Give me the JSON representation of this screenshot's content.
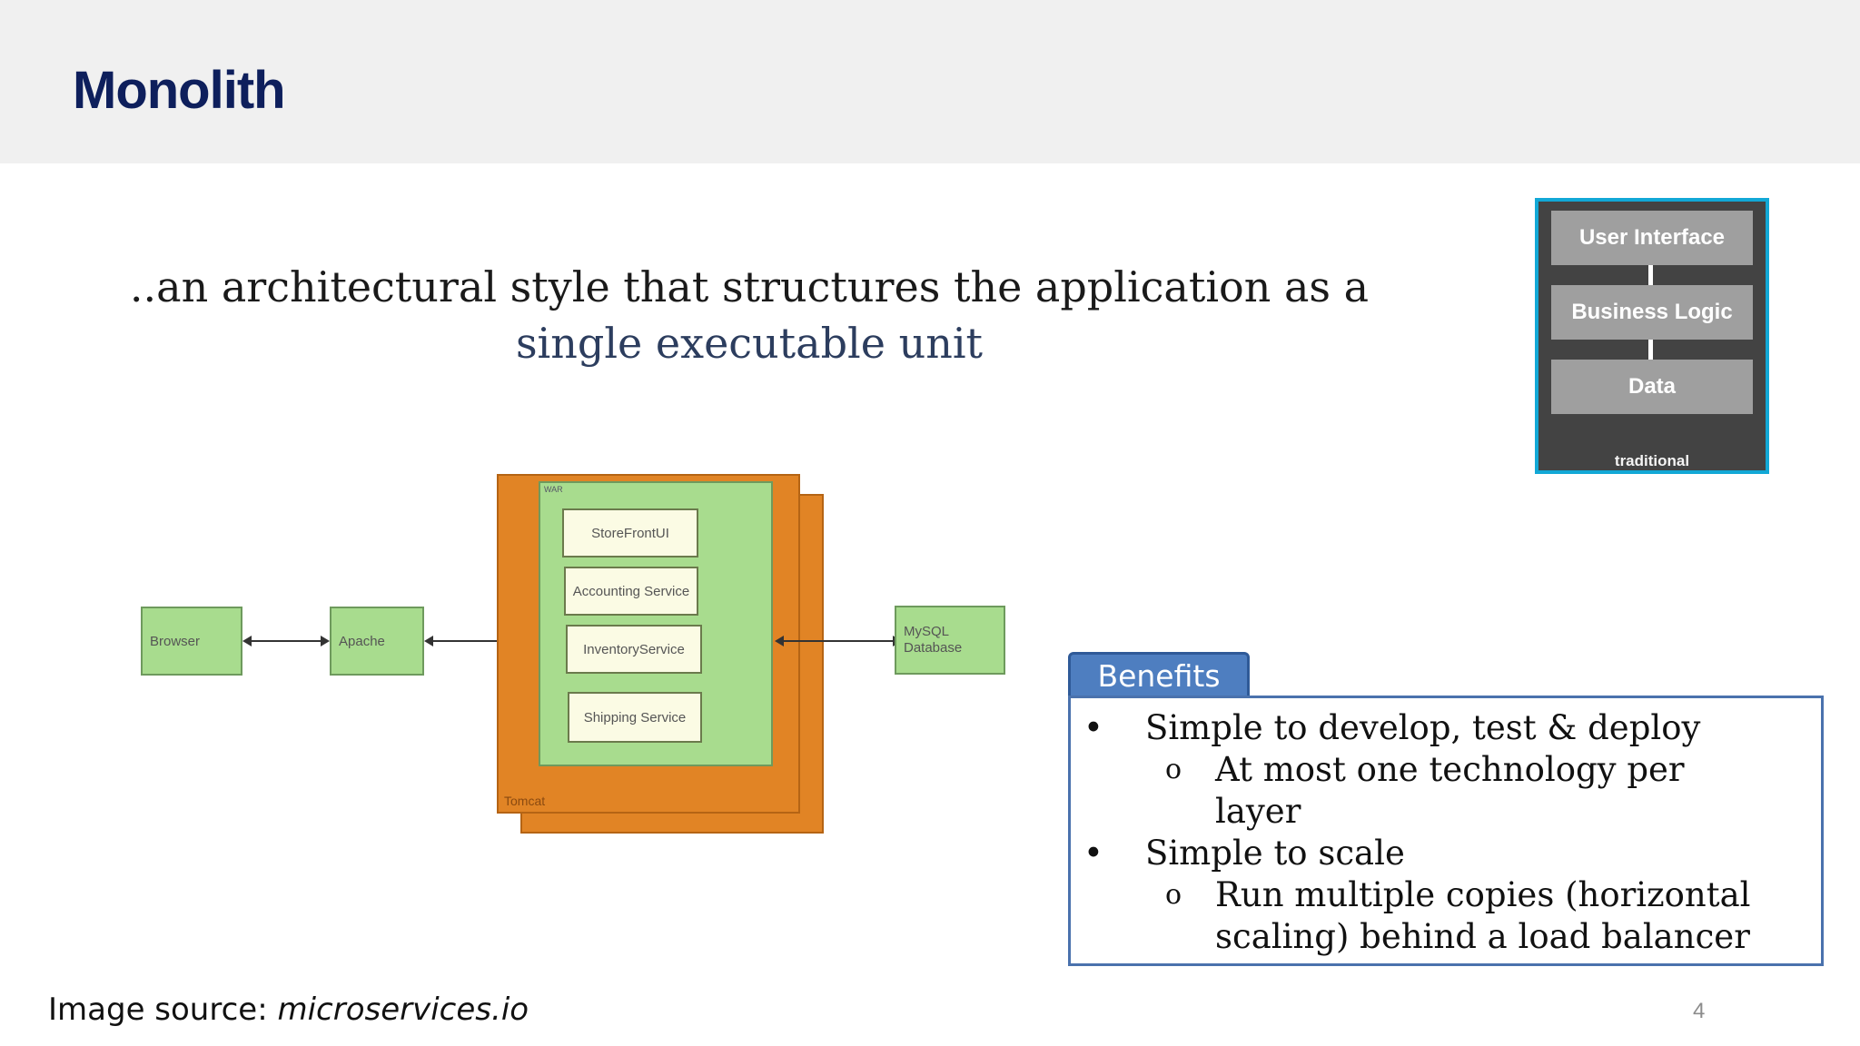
{
  "slide": {
    "title": "Monolith",
    "definition_line1": "..an architectural style that structures the application as a",
    "definition_highlight": "single executable unit",
    "page_number": "4"
  },
  "layers": {
    "items": [
      "User Interface",
      "Business Logic",
      "Data"
    ],
    "caption": "traditional",
    "border_color": "#12a8d6",
    "background_color": "#434343"
  },
  "diagram": {
    "browser": "Browser",
    "apache": "Apache",
    "war_label": "WAR",
    "tomcat_label": "Tomcat",
    "database_line1": "MySQL",
    "database_line2": "Database",
    "services": [
      "StoreFrontUI",
      "Accounting Service",
      "InventoryService",
      "Shipping Service"
    ]
  },
  "benefits": {
    "heading": "Benefits",
    "items": [
      {
        "text": "Simple to develop, test & deploy",
        "sub": [
          "At most one technology per layer"
        ]
      },
      {
        "text": "Simple to scale",
        "sub": [
          "Run multiple copies (horizontal scaling) behind a load balancer"
        ]
      }
    ],
    "bullet": "•",
    "sub_bullet": "o"
  },
  "source": {
    "label": "Image source: ",
    "value": "microservices.io"
  }
}
